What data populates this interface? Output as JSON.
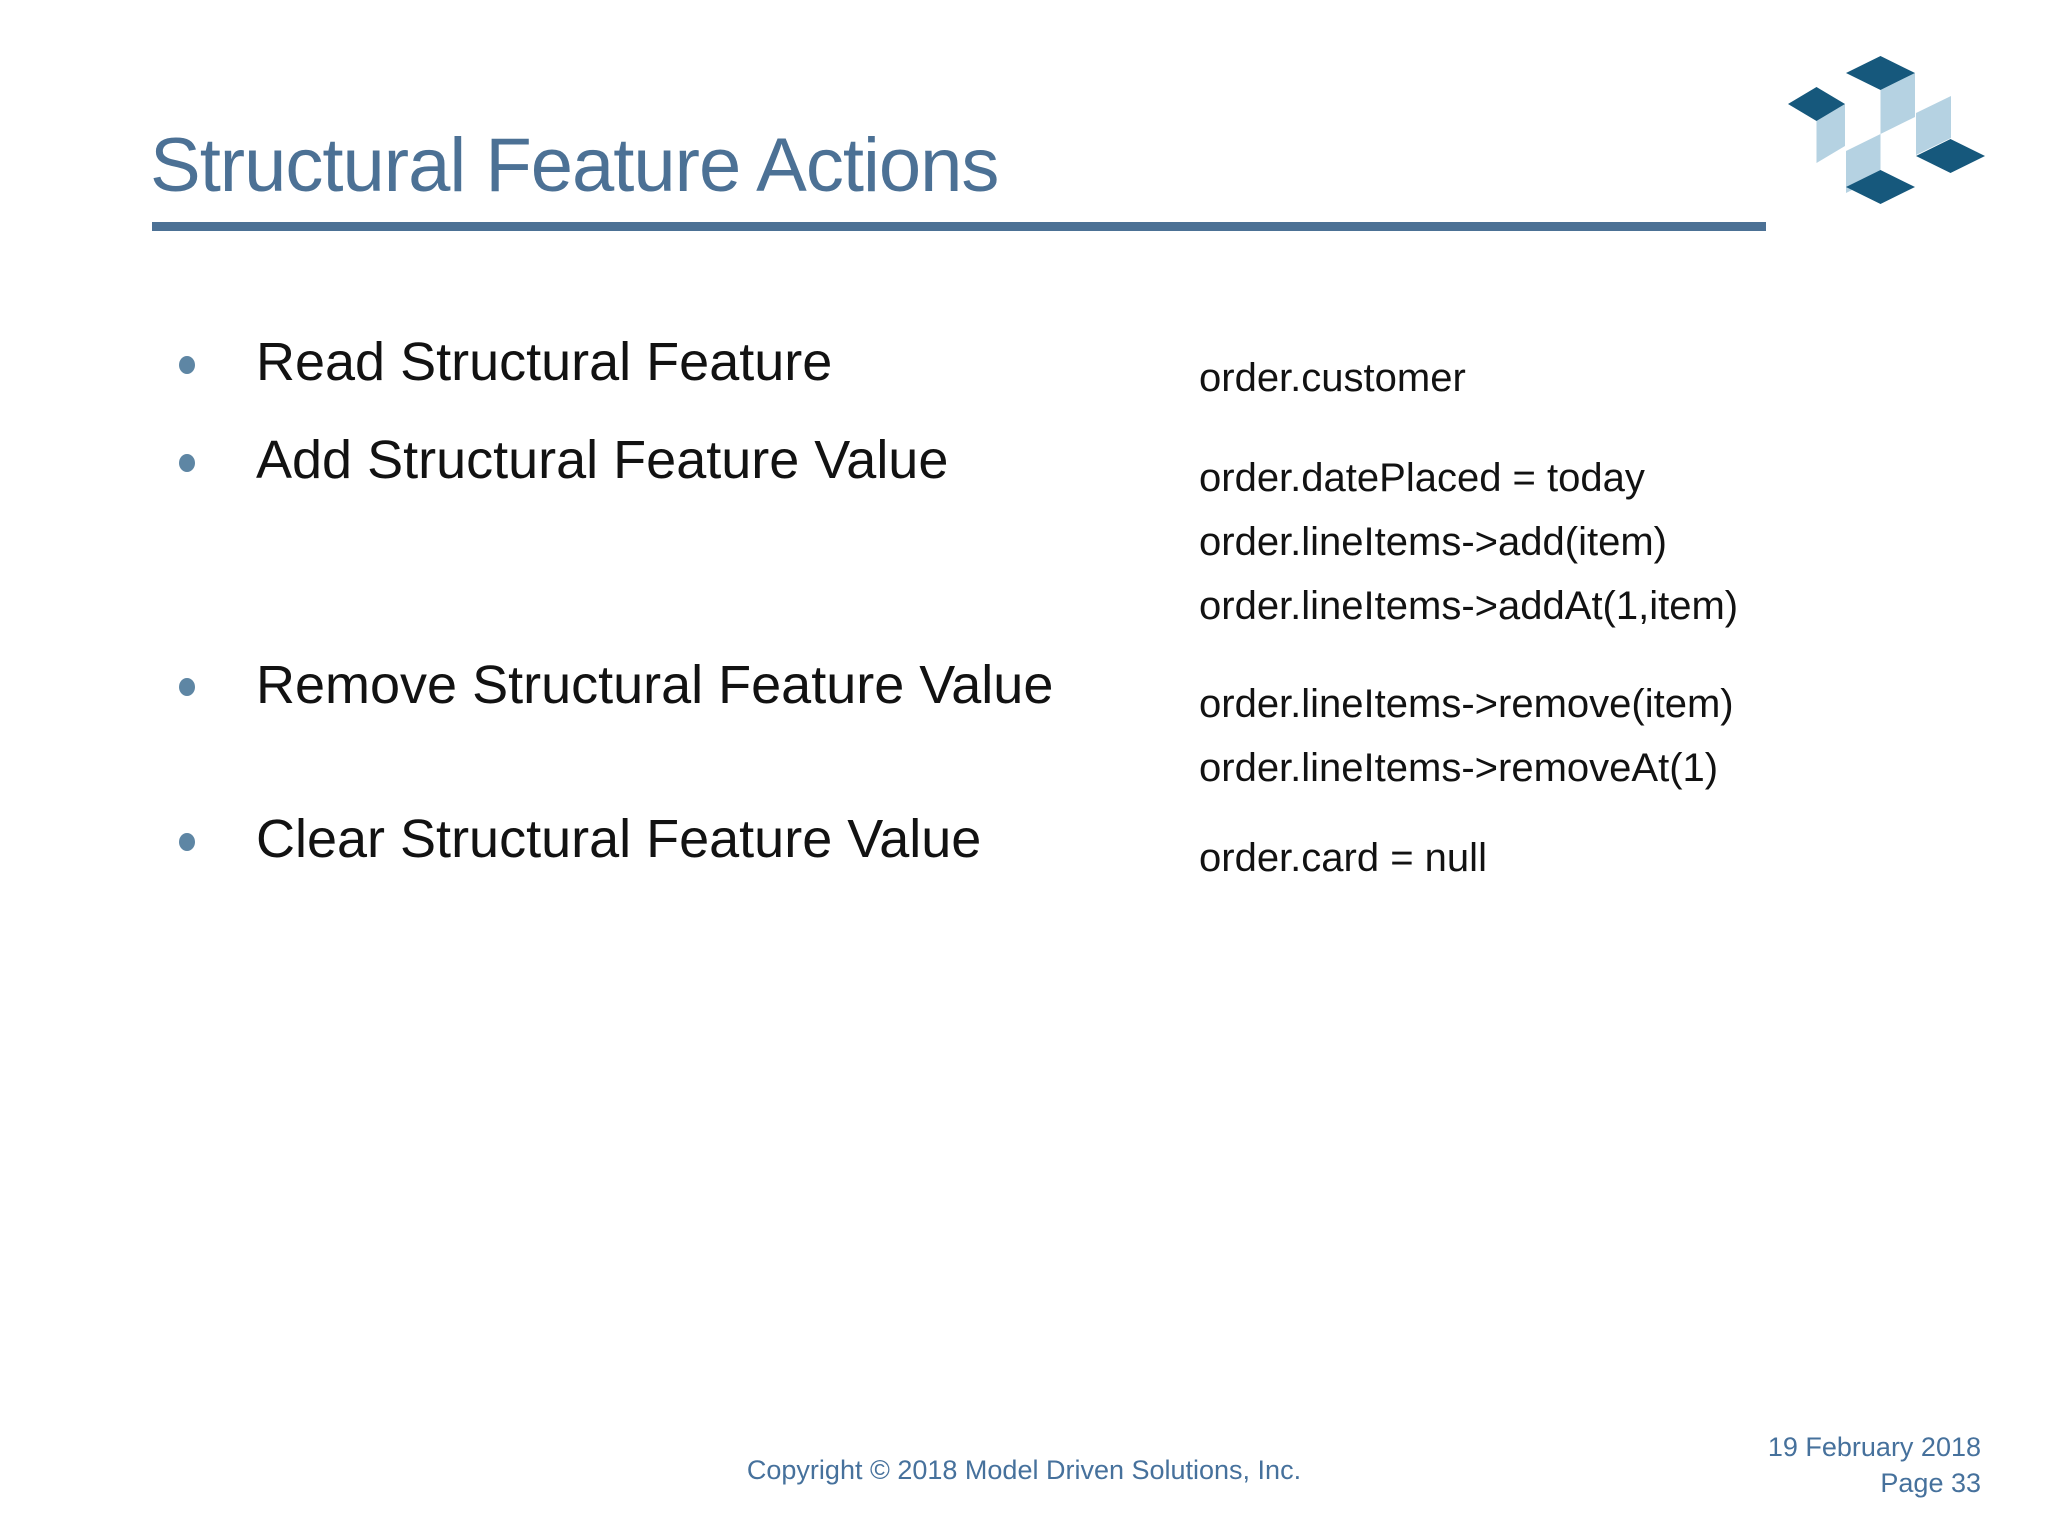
{
  "slide": {
    "title": "Structural Feature Actions",
    "bullets": [
      {
        "label": "Read Structural Feature",
        "code": [
          "order.customer"
        ]
      },
      {
        "label": "Add Structural Feature Value",
        "code": [
          "order.datePlaced = today",
          "order.lineItems->add(item)",
          "order.lineItems->addAt(1,item)"
        ]
      },
      {
        "label": "Remove Structural Feature Value",
        "code": [
          "order.lineItems->remove(item)",
          "order.lineItems->removeAt(1)"
        ]
      },
      {
        "label": "Clear Structural Feature Value",
        "code": [
          "order.card = null"
        ]
      }
    ],
    "footer": {
      "copyright": "Copyright © 2018 Model Driven Solutions, Inc.",
      "date": "19 February 2018",
      "page": "Page 33"
    },
    "colors": {
      "accent_slate": "#4C7195",
      "footer_blue": "#46719C",
      "bullet_dot": "#5E86A4",
      "logo_dark": "#16587C",
      "logo_light": "#B5D2E2",
      "body_text": "#121212",
      "background": "#FFFFFF"
    }
  }
}
